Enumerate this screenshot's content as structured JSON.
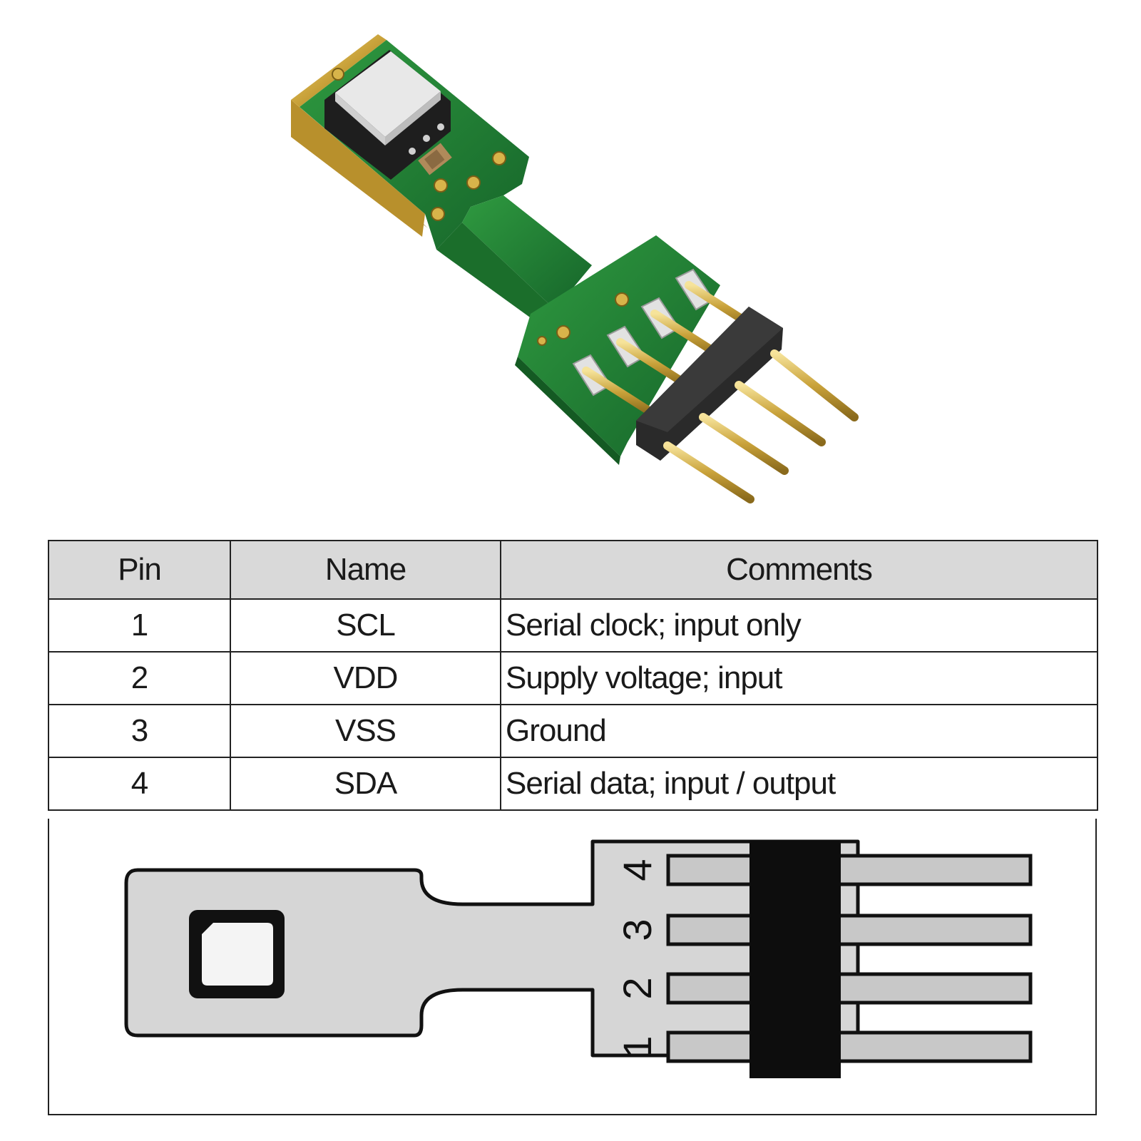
{
  "photo": {
    "subject": "sensor module with 4-pin header"
  },
  "table": {
    "headers": {
      "pin": "Pin",
      "name": "Name",
      "comments": "Comments"
    },
    "rows": [
      {
        "pin": "1",
        "name": "SCL",
        "comment": "Serial clock; input only"
      },
      {
        "pin": "2",
        "name": "VDD",
        "comment": "Supply voltage; input"
      },
      {
        "pin": "3",
        "name": "VSS",
        "comment": "Ground"
      },
      {
        "pin": "4",
        "name": "SDA",
        "comment": "Serial data; input / output"
      }
    ]
  },
  "drawing": {
    "pin_labels": [
      "4",
      "3",
      "2",
      "1"
    ]
  },
  "colors": {
    "pcb_green": "#1f7a2e",
    "gold": "#c9a23a",
    "header_black": "#1a1a1a",
    "table_header_gray": "#d9d9d9",
    "drawing_gray": "#d6d6d6"
  }
}
